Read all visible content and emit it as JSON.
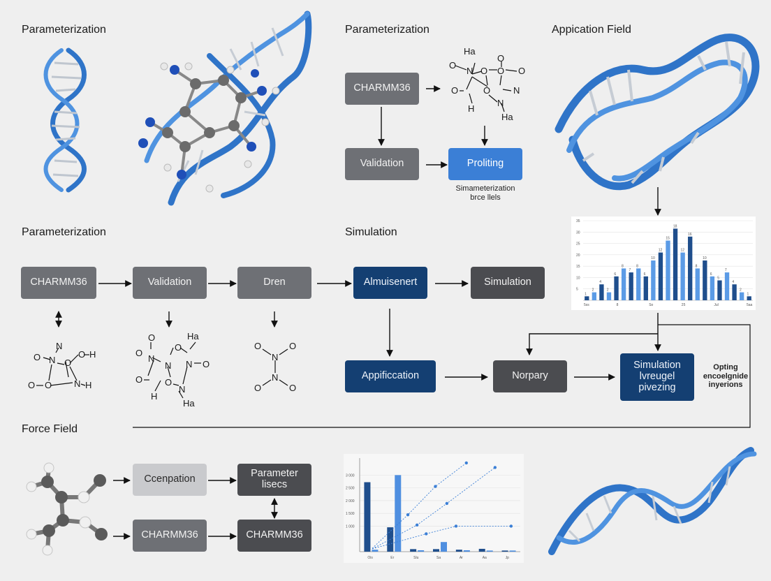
{
  "headings": {
    "top_left": "Parameterization",
    "top_middle": "Parameterization",
    "top_right": "Appication Field",
    "middle_left": "Parameterization",
    "middle_center": "Simulation",
    "bottom_left": "Force Field"
  },
  "top_flow": {
    "charmm": "CHARMM36",
    "validation": "Validation",
    "profiling": "Proliting",
    "caption": "Simameterization\nbrce llels"
  },
  "middle_flow": {
    "charmm": "CHARMM36",
    "validation": "Validation",
    "dren": "Dren",
    "almuisenert": "Almuisenert",
    "simulation": "Simulation",
    "application": "Appificcation",
    "norpary": "Norpary",
    "sim_final": "Simulation\nlvreugel\npivezing",
    "side_note": "Opting\nencoelgnide\ninyerions"
  },
  "bottom_flow": {
    "compation": "Ccenpation",
    "parameter": "Parameter\nlisecs",
    "charmm_a": "CHARMM36",
    "charmm_b": "CHARMM36"
  },
  "molecule_labels": {
    "top": [
      "Ha",
      "O",
      "O",
      "O",
      "O",
      "O",
      "O",
      "O",
      "N",
      "N",
      "H",
      "Ha"
    ],
    "m1": [
      "N",
      "O",
      "O",
      "H",
      "O",
      "O",
      "N",
      "H"
    ],
    "m2": [
      "Ha",
      "O",
      "O",
      "O",
      "O",
      "N",
      "N",
      "O",
      "H",
      "N",
      "Ha"
    ],
    "m3": [
      "O",
      "O",
      "N",
      "N",
      "O",
      "O"
    ]
  },
  "colors": {
    "navy": "#143f72",
    "blue": "#3b7fd6",
    "helix": "#2f74c8",
    "gray_box": "#6e7075",
    "dark_box": "#4b4c50",
    "light_box": "#c9cacd"
  },
  "chart_data": [
    {
      "type": "bar",
      "values": [
        1,
        2,
        4,
        2,
        6,
        8,
        7,
        8,
        6,
        10,
        12,
        15,
        18,
        12,
        16,
        8,
        10,
        6,
        5,
        7,
        4,
        2,
        1
      ],
      "y_ticks": [
        "5",
        "10",
        "15",
        "20",
        "25",
        "30",
        "35"
      ],
      "x_ticks": [
        "5ss",
        "8",
        "So",
        "25",
        "Jul",
        "5aa"
      ],
      "grid": true
    },
    {
      "type": "bar",
      "categories": [
        "Ois",
        "Er",
        "Slu",
        "Sa",
        "Ar",
        "Aa",
        "Jp"
      ],
      "y_ticks": [
        "1 000",
        "1 500",
        "2 000",
        "2 500",
        "3 000"
      ],
      "series": [
        {
          "values": [
            2450,
            860,
            90,
            90,
            70,
            100,
            40
          ]
        },
        {
          "values": [
            70,
            2700,
            50,
            340,
            50,
            40,
            40
          ]
        }
      ],
      "line_series": [
        {
          "x": [
            0.55,
            2.1,
            3.3,
            4.65
          ],
          "y": [
            120,
            1300,
            2300,
            3130
          ]
        },
        {
          "x": [
            0.55,
            2.5,
            3.8,
            5.9
          ],
          "y": [
            100,
            940,
            1700,
            2970
          ]
        },
        {
          "x": [
            0.55,
            2.9,
            4.2,
            6.6
          ],
          "y": [
            100,
            630,
            900,
            900
          ]
        }
      ],
      "ylim": [
        0,
        3300
      ],
      "grid": true
    }
  ]
}
